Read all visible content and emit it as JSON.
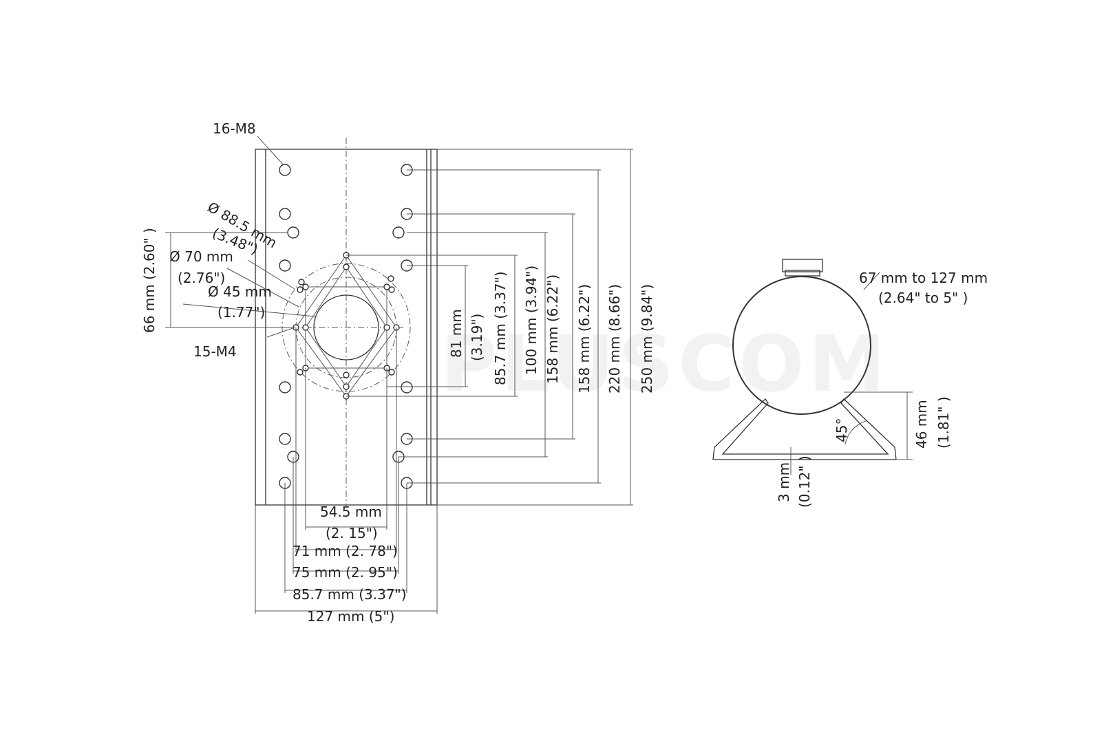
{
  "watermark": "PLUSCOM",
  "front_view": {
    "bolt_label": "16-M8",
    "screw_label": "15-M4",
    "circles": [
      {
        "dia": "Ø 88.5 mm",
        "inch": "(3.48\")"
      },
      {
        "dia": "Ø 70 mm",
        "inch": "(2.76\")"
      },
      {
        "dia": "Ø 45 mm",
        "inch": "(1.77\")"
      }
    ],
    "left_dim": "66 mm (2.60\" )",
    "vertical_dims": [
      {
        "mm": "81 mm",
        "inch": "(3.19\")"
      },
      {
        "text": "85.7 mm (3.37\")"
      },
      {
        "text": "100 mm (3.94\")"
      },
      {
        "text": "158 mm (6.22\")"
      },
      {
        "text": "158 mm (6.22\")"
      },
      {
        "text": "220 mm (8.66\")"
      },
      {
        "text": "250 mm (9.84\")"
      }
    ],
    "horizontal_dims": [
      {
        "mm": "54.5 mm",
        "inch": "(2. 15\")"
      },
      {
        "text": "71 mm (2. 78\")"
      },
      {
        "text": "75 mm (2. 95\")"
      },
      {
        "text": "85.7 mm (3.37\")"
      },
      {
        "text": "127 mm (5\")"
      }
    ]
  },
  "side_view": {
    "pole_range": "67 mm to 127 mm",
    "pole_range_inch": "(2.64\" to 5\" )",
    "angle": "45°",
    "height_mm": "46 mm",
    "height_inch": "(1.81\" )",
    "thickness_mm": "3 mm",
    "thickness_inch": "(0.12\" )"
  }
}
